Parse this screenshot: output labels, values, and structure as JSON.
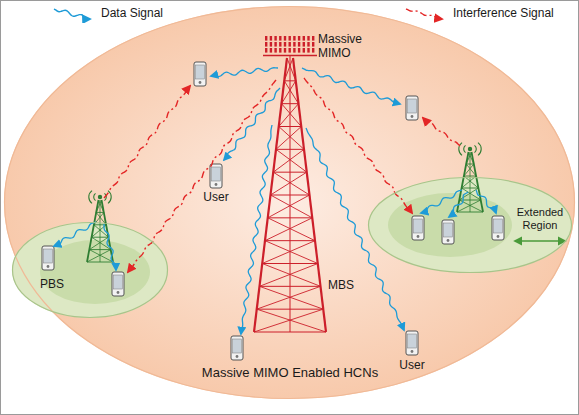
{
  "diagram": {
    "nodes": [
      {
        "text": [
          "Massive MIMO Enabled HCNs"
        ]
      },
      {
        "text": [
          "PBS"
        ],
        "in": 0
      },
      {
        "text": [
          "Extended Region"
        ],
        "in": 0
      }
    ],
    "labels": [
      "Massive MIMO",
      "MBS",
      "User",
      "User"
    ],
    "legend": [
      {
        "text": "Data Signal"
      },
      {
        "text": "Interference Signal"
      }
    ]
  }
}
